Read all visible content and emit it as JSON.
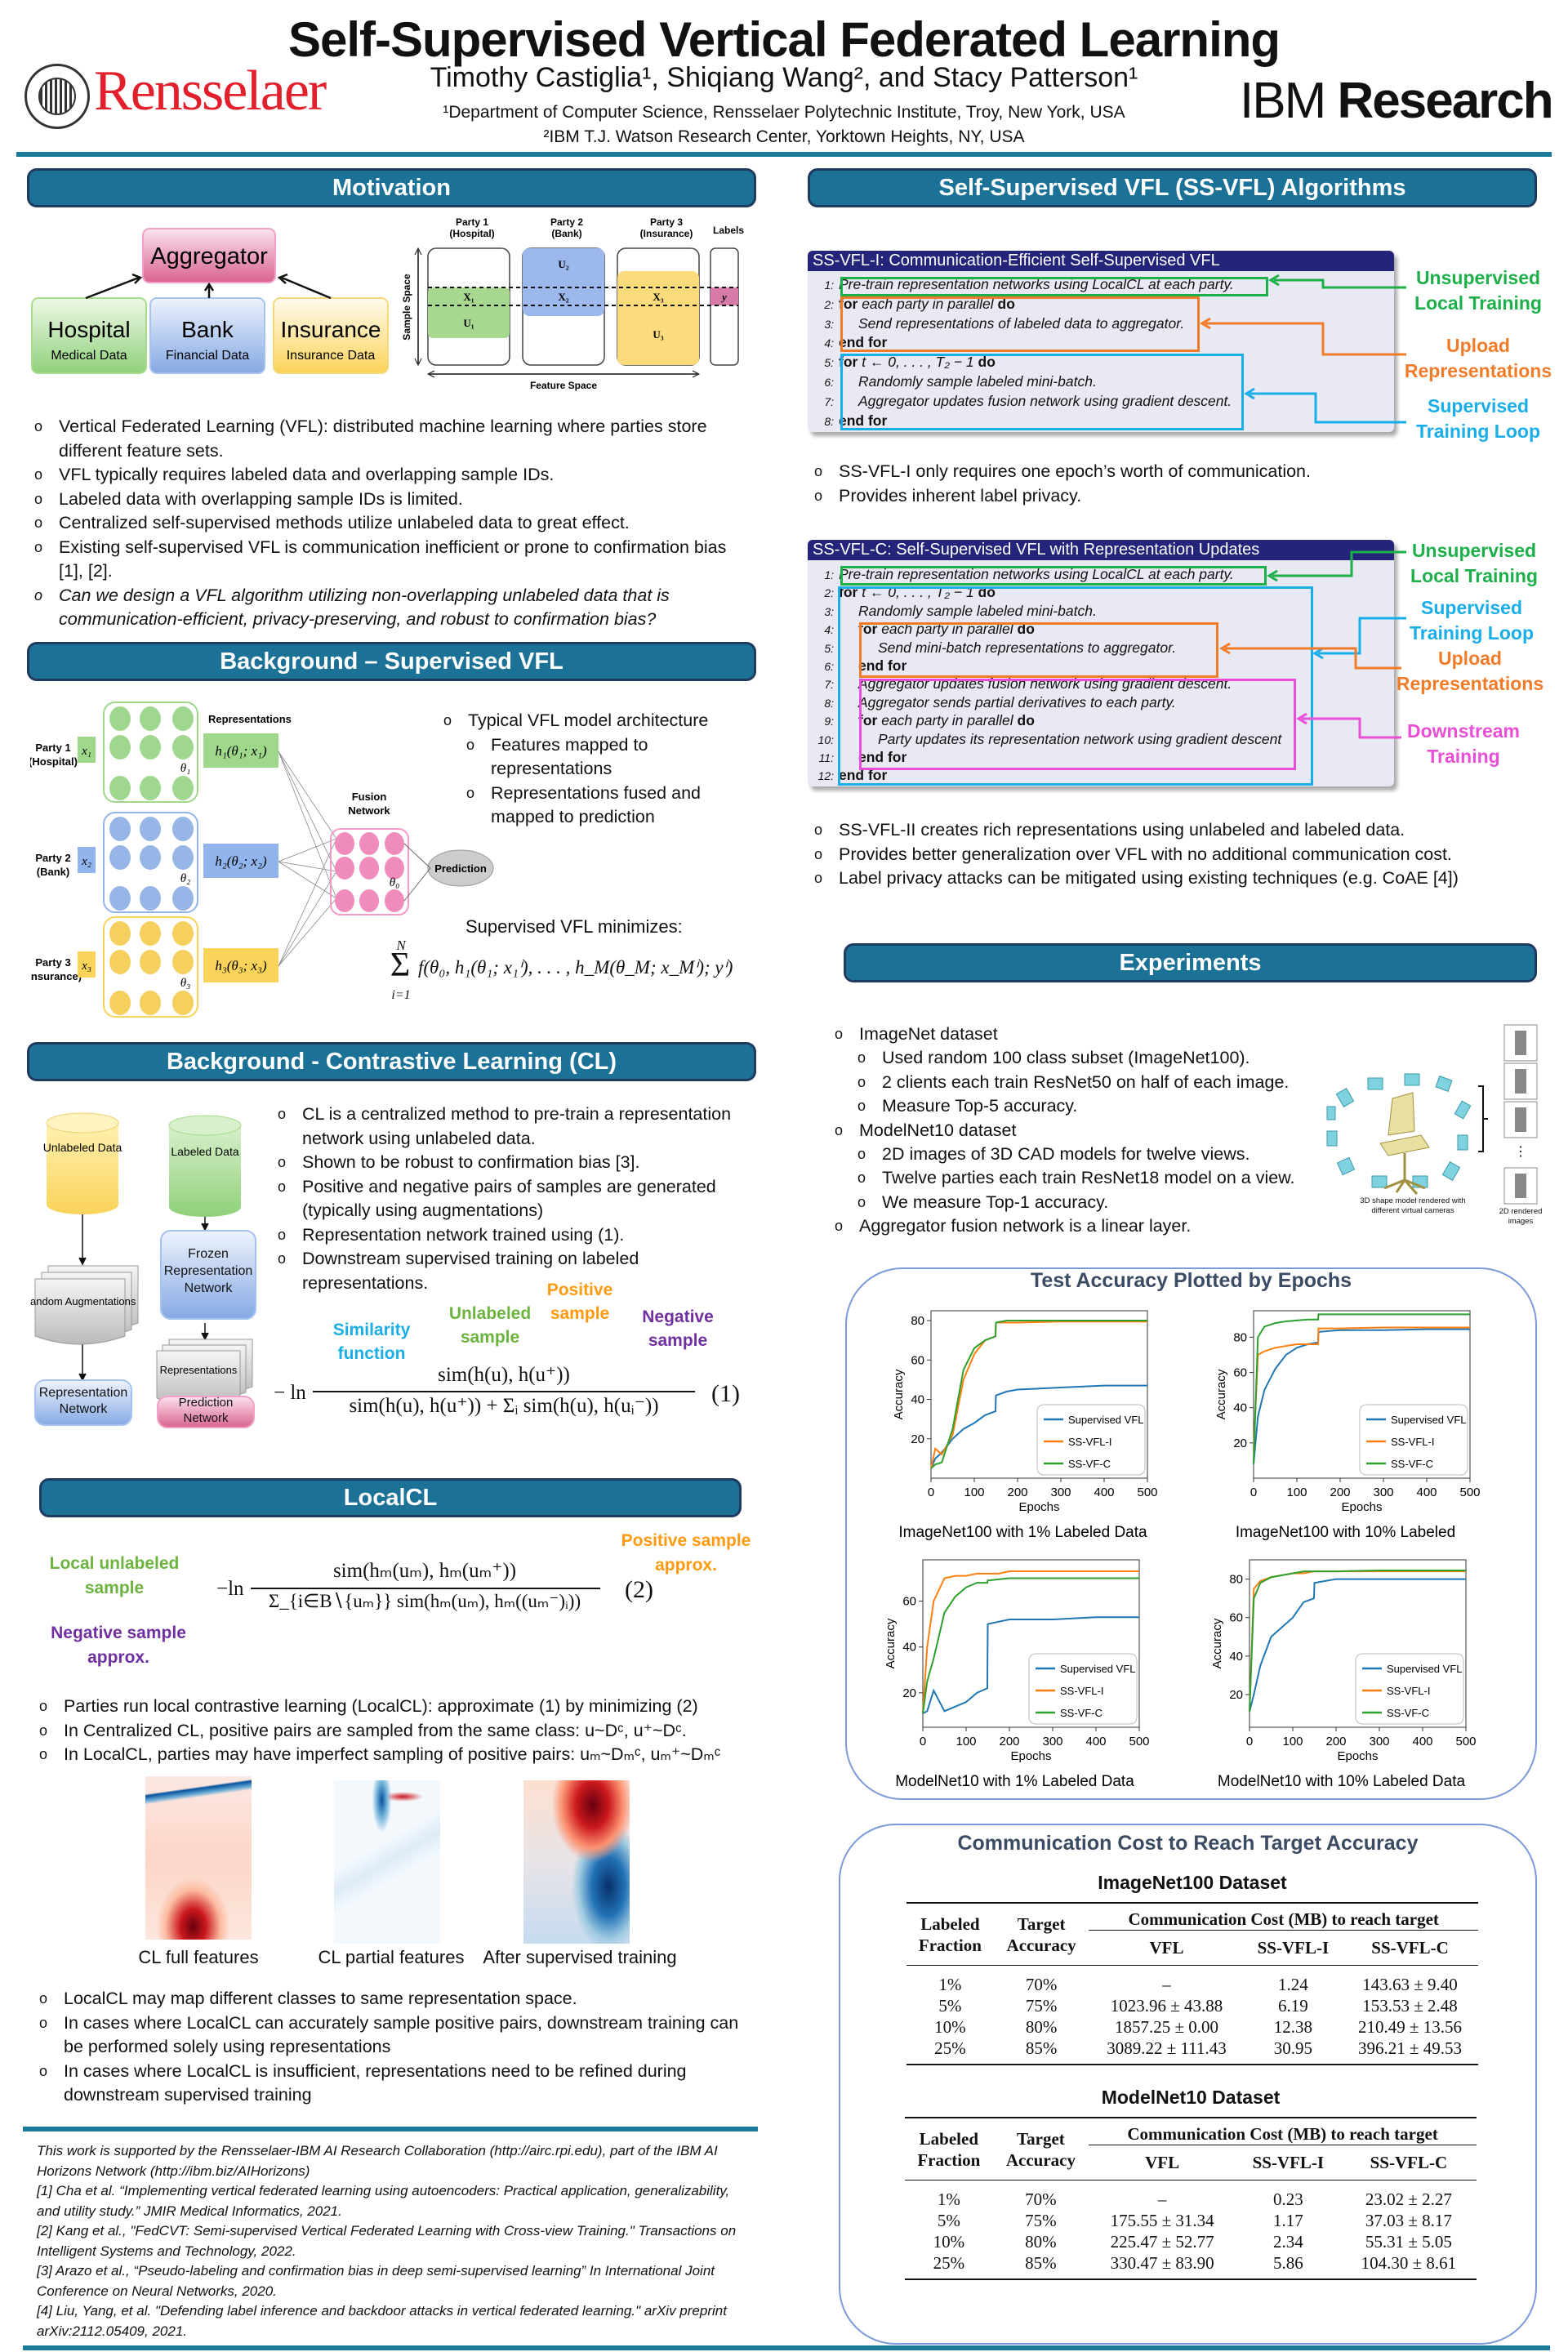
{
  "header": {
    "title": "Self-Supervised Vertical Federated Learning",
    "authors": "Timothy Castiglia¹, Shiqiang Wang², and Stacy Patterson¹",
    "affil1": "¹Department of Computer Science, Rensselaer Polytechnic Institute, Troy, New York, USA",
    "affil2": "²IBM T.J. Watson Research Center, Yorktown Heights, NY, USA",
    "logo_left": "Rensselaer",
    "logo_right_a": "IBM",
    "logo_right_b": "Research"
  },
  "motivation": {
    "heading": "Motivation",
    "aggregator": "Aggregator",
    "parties": [
      {
        "name": "Hospital",
        "sub": "Medical Data"
      },
      {
        "name": "Bank",
        "sub": "Financial Data"
      },
      {
        "name": "Insurance",
        "sub": "Insurance Data"
      }
    ],
    "space": {
      "p1": "Party 1",
      "p1s": "(Hospital)",
      "p2": "Party 2",
      "p2s": "(Bank)",
      "p3": "Party 3",
      "p3s": "(Insurance)",
      "labels": "Labels",
      "sample": "Sample Space",
      "feature": "Feature Space",
      "x1": "X₁",
      "x2": "X₂",
      "x3": "X₃",
      "u1": "U₁",
      "u2": "U₂",
      "u3": "U₃",
      "y": "y"
    },
    "bullets": [
      "Vertical Federated Learning (VFL): distributed machine learning where parties store different feature sets.",
      "VFL typically requires labeled data and overlapping sample IDs.",
      "Labeled data with overlapping sample IDs is limited.",
      "Centralized self-supervised methods utilize unlabeled data to great effect.",
      "Existing self-supervised VFL is communication inefficient or prone to confirmation bias [1], [2].",
      "Can we design a VFL algorithm utilizing non-overlapping unlabeled data that is communication-efficient, privacy-preserving, and robust to confirmation bias?"
    ]
  },
  "supervised": {
    "heading": "Background – Supervised VFL",
    "parties": [
      {
        "a": "Party 1",
        "b": "(Hospital)",
        "x": "x₁",
        "h": "h₁(θ₁; x₁)",
        "theta": "θ₁"
      },
      {
        "a": "Party 2",
        "b": "(Bank)",
        "x": "x₂",
        "h": "h₂(θ₂; x₂)",
        "theta": "θ₂"
      },
      {
        "a": "Party 3",
        "b": "(Insurance)",
        "x": "x₃",
        "h": "h₃(θ₃; x₃)",
        "theta": "θ₃"
      }
    ],
    "representations": "Representations",
    "fusion_a": "Fusion",
    "fusion_b": "Network",
    "theta0": "θ₀",
    "prediction": "Prediction",
    "bullets": [
      "Typical VFL model architecture",
      "Features mapped to representations",
      "Representations fused and mapped to prediction"
    ],
    "minimizes": "Supervised VFL minimizes:",
    "eq_top": "N",
    "eq_sigma": "Σ",
    "eq_bottom": "i=1",
    "eq_body": "f(θ₀, h₁(θ₁; x₁ⁱ), . . . , h_M(θ_M; x_Mⁱ); yⁱ)"
  },
  "cl": {
    "heading": "Background - Contrastive Learning (CL)",
    "flow": {
      "unlabeled": "Unlabeled Data",
      "labeled": "Labeled Data",
      "random": "Random Augmentations",
      "frozen": "Frozen Representation Network",
      "reps": "Representations",
      "repnet": "Representation Network",
      "prednet": "Prediction Network"
    },
    "bullets": [
      "CL is a centralized method to pre-train a representation network using unlabeled data.",
      "Shown to be robust to confirmation bias [3].",
      "Positive and negative pairs of samples are generated (typically using augmentations)",
      "Representation network trained using (1).",
      "Downstream supervised training on labeled representations."
    ],
    "ann": {
      "similarity": "Similarity function",
      "unlabeled": "Unlabeled sample",
      "positive": "Positive sample",
      "negative": "Negative sample"
    },
    "eq_ln": "− ln",
    "eq_num": "sim(h(u), h(u⁺))",
    "eq_den": "sim(h(u), h(u⁺)) + Σᵢ sim(h(u), h(uᵢ⁻))",
    "eq_tag": "(1)"
  },
  "localcl": {
    "heading": "LocalCL",
    "ann": {
      "local": "Local unlabeled sample",
      "positive": "Positive sample approx.",
      "negative": "Negative sample approx."
    },
    "eq_ln": "−ln",
    "eq_num": "sim(hₘ(uₘ), hₘ(uₘ⁺))",
    "eq_den": "Σ_{i∈B∖{uₘ}} sim(hₘ(uₘ), hₘ((uₘ⁻)ᵢ))",
    "eq_tag": "(2)",
    "bullets": [
      "Parties run local contrastive learning (LocalCL): approximate (1) by minimizing (2)",
      "In Centralized CL, positive pairs are sampled from the same class: u~Dᶜ, u⁺~Dᶜ.",
      "In LocalCL, parties may have imperfect sampling of positive pairs: uₘ~Dₘᶜ, uₘ⁺~Dₘᶜ"
    ],
    "captions": [
      "CL full features",
      "CL partial features",
      "After supervised training"
    ],
    "bullets2": [
      "LocalCL may map different classes to same representation space.",
      "In cases where LocalCL can accurately sample positive pairs, downstream training can be performed solely using representations",
      "In cases where LocalCL is insufficient, representations need to be refined during downstream supervised training"
    ]
  },
  "references": [
    "This work is supported by the Rensselaer-IBM AI Research Collaboration (http://airc.rpi.edu), part of the IBM AI Horizons Network (http://ibm.biz/AIHorizons)",
    "[1] Cha et al. “Implementing vertical federated learning using autoencoders: Practical application, generalizability, and utility study.” JMIR Medical Informatics, 2021.",
    "[2] Kang et al., \"FedCVT: Semi-supervised Vertical Federated Learning with Cross-view Training.\" Transactions on Intelligent Systems and Technology, 2022.",
    "[3] Arazo et al., “Pseudo-labeling and confirmation bias in deep semi-supervised learning” In International Joint Conference on Neural Networks, 2020.",
    "[4] Liu, Yang, et al. \"Defending label inference and backdoor attacks in vertical federated learning.\" arXiv preprint arXiv:2112.05409, 2021."
  ],
  "algorithms": {
    "heading": "Self-Supervised VFL (SS-VFL) Algorithms",
    "algo1": {
      "title": "SS-VFL-I: Communication-Efficient Self-Supervised VFL",
      "lines": [
        {
          "n": "1:",
          "pre": "",
          "text": "Pre-train representation networks using LocalCL at each party.",
          "post": "",
          "indent": 0
        },
        {
          "n": "2:",
          "pre": "for",
          "text": " each party in parallel ",
          "post": "do",
          "indent": 0
        },
        {
          "n": "3:",
          "pre": "",
          "text": "Send representations of labeled data to aggregator.",
          "post": "",
          "indent": 1
        },
        {
          "n": "4:",
          "pre": "end for",
          "text": "",
          "post": "",
          "indent": 0
        },
        {
          "n": "5:",
          "pre": "for",
          "text": " t ← 0, . . . , T₂ − 1 ",
          "post": "do",
          "indent": 0
        },
        {
          "n": "6:",
          "pre": "",
          "text": "Randomly sample labeled mini-batch.",
          "post": "",
          "indent": 1
        },
        {
          "n": "7:",
          "pre": "",
          "text": "Aggregator updates fusion network using gradient descent.",
          "post": "",
          "indent": 1
        },
        {
          "n": "8:",
          "pre": "end for",
          "text": "",
          "post": "",
          "indent": 0
        }
      ],
      "labels": [
        "Unsupervised Local Training",
        "Upload Representations",
        "Supervised Training Loop"
      ],
      "bullets": [
        "SS-VFL-I only requires one epoch’s worth of communication.",
        "Provides inherent label privacy."
      ]
    },
    "algo2": {
      "title": "SS-VFL-C: Self-Supervised VFL with Representation Updates",
      "lines": [
        {
          "n": "1:",
          "pre": "",
          "text": "Pre-train representation networks using LocalCL at each party.",
          "post": "",
          "indent": 0
        },
        {
          "n": "2:",
          "pre": "for",
          "text": " t ← 0, . . . , T₂ − 1 ",
          "post": "do",
          "indent": 0
        },
        {
          "n": "3:",
          "pre": "",
          "text": "Randomly sample labeled mini-batch.",
          "post": "",
          "indent": 1
        },
        {
          "n": "4:",
          "pre": "for",
          "text": " each party in parallel ",
          "post": "do",
          "indent": 1
        },
        {
          "n": "5:",
          "pre": "",
          "text": "Send mini-batch representations to aggregator.",
          "post": "",
          "indent": 2
        },
        {
          "n": "6:",
          "pre": "end for",
          "text": "",
          "post": "",
          "indent": 1
        },
        {
          "n": "7:",
          "pre": "",
          "text": "Aggregator updates fusion network using gradient descent.",
          "post": "",
          "indent": 1
        },
        {
          "n": "8:",
          "pre": "",
          "text": "Aggregator sends partial derivatives to each party.",
          "post": "",
          "indent": 1
        },
        {
          "n": "9:",
          "pre": "for",
          "text": " each party in parallel ",
          "post": "do",
          "indent": 1
        },
        {
          "n": "10:",
          "pre": "",
          "text": "Party updates its representation network using gradient descent",
          "post": "",
          "indent": 2
        },
        {
          "n": "11:",
          "pre": "end for",
          "text": "",
          "post": "",
          "indent": 1
        },
        {
          "n": "12:",
          "pre": "end for",
          "text": "",
          "post": "",
          "indent": 0
        }
      ],
      "labels": [
        "Unsupervised Local Training",
        "Supervised Training Loop",
        "Upload Representations",
        "Downstream Training"
      ],
      "bullets": [
        "SS-VFL-II creates rich representations using unlabeled and labeled data.",
        "Provides better generalization over VFL with no additional communication cost.",
        "Label privacy attacks can be mitigated using existing techniques (e.g. CoAE [4])"
      ]
    }
  },
  "experiments": {
    "heading": "Experiments",
    "bullets": [
      {
        "t": "ImageNet dataset",
        "sub": false
      },
      {
        "t": "Used random 100 class subset (ImageNet100).",
        "sub": true
      },
      {
        "t": "2 clients each train ResNet50 on half of each image.",
        "sub": true
      },
      {
        "t": "Measure Top-5 accuracy.",
        "sub": true
      },
      {
        "t": "ModelNet10 dataset",
        "sub": false
      },
      {
        "t": "2D images of 3D CAD models for twelve views.",
        "sub": true
      },
      {
        "t": "Twelve parties each train ResNet18 model on a view.",
        "sub": true
      },
      {
        "t": "We measure Top-1 accuracy.",
        "sub": true
      },
      {
        "t": "Aggregator fusion network is a linear layer.",
        "sub": false
      }
    ],
    "chair_caption": "3D shape model rendered with different virtual cameras",
    "views_caption": "2D rendered images",
    "charts_title": "Test Accuracy Plotted by Epochs"
  },
  "chart_data": [
    {
      "type": "line",
      "title": "ImageNet100 with 1% Labeled Data",
      "xlabel": "Epochs",
      "ylabel": "Accuracy",
      "xlim": [
        0,
        500
      ],
      "ylim": [
        0,
        85
      ],
      "xticks": [
        0,
        100,
        200,
        300,
        400,
        500
      ],
      "yticks": [
        20,
        40,
        60,
        80
      ],
      "legend": "lower-right",
      "x": [
        0,
        10,
        25,
        50,
        75,
        100,
        125,
        149,
        150,
        175,
        200,
        300,
        400,
        500
      ],
      "series": [
        {
          "name": "Supervised VFL",
          "color": "#1f77b4",
          "values": [
            5,
            10,
            13,
            20,
            25,
            28,
            32,
            34,
            42,
            44,
            45,
            46,
            47,
            47
          ]
        },
        {
          "name": "SS-VFL-I",
          "color": "#ff7f0e",
          "values": [
            5,
            15,
            12,
            22,
            50,
            63,
            70,
            72,
            79,
            79,
            79,
            79.5,
            79.5,
            79.5
          ]
        },
        {
          "name": "SS-VF-C",
          "color": "#2ca02c",
          "values": [
            5,
            7,
            8,
            25,
            55,
            66,
            70,
            72,
            79,
            80,
            80,
            80,
            80,
            80
          ]
        }
      ]
    },
    {
      "type": "line",
      "title": "ImageNet100 with 10% Labeled",
      "xlabel": "Epochs",
      "ylabel": "Accuracy",
      "xlim": [
        0,
        500
      ],
      "ylim": [
        0,
        95
      ],
      "xticks": [
        0,
        100,
        200,
        300,
        400,
        500
      ],
      "yticks": [
        20,
        40,
        60,
        80
      ],
      "legend": "lower-right",
      "x": [
        0,
        10,
        25,
        50,
        75,
        100,
        125,
        149,
        150,
        175,
        200,
        300,
        400,
        500
      ],
      "series": [
        {
          "name": "Supervised VFL",
          "color": "#1f77b4",
          "values": [
            8,
            35,
            50,
            62,
            70,
            74,
            76,
            77,
            83,
            83.5,
            84,
            84,
            84.5,
            84.5
          ]
        },
        {
          "name": "SS-VFL-I",
          "color": "#ff7f0e",
          "values": [
            15,
            70,
            72,
            74,
            75,
            76,
            76,
            76,
            85,
            85,
            85,
            85.5,
            85.5,
            85.5
          ]
        },
        {
          "name": "SS-VF-C",
          "color": "#2ca02c",
          "values": [
            8,
            80,
            86,
            88,
            89,
            89.5,
            90,
            90,
            93,
            93,
            93,
            93,
            93,
            93
          ]
        }
      ]
    },
    {
      "type": "line",
      "title": "ModelNet10 with 1% Labeled Data",
      "xlabel": "Epochs",
      "ylabel": "Accuracy",
      "xlim": [
        0,
        500
      ],
      "ylim": [
        5,
        78
      ],
      "xticks": [
        0,
        100,
        200,
        300,
        400,
        500
      ],
      "yticks": [
        20,
        40,
        60
      ],
      "legend": "lower-right",
      "x": [
        0,
        10,
        25,
        50,
        75,
        100,
        125,
        149,
        150,
        175,
        200,
        300,
        400,
        500
      ],
      "series": [
        {
          "name": "Supervised VFL",
          "color": "#1f77b4",
          "values": [
            11,
            12,
            21,
            12,
            14,
            16,
            20,
            22,
            50,
            51,
            52,
            52,
            53,
            53
          ]
        },
        {
          "name": "SS-VFL-I",
          "color": "#ff7f0e",
          "values": [
            11,
            40,
            60,
            70,
            71,
            71,
            72,
            72,
            72,
            72,
            73,
            73,
            73,
            73
          ]
        },
        {
          "name": "SS-VF-C",
          "color": "#2ca02c",
          "values": [
            11,
            25,
            35,
            55,
            62,
            66,
            68,
            68,
            69,
            69.5,
            70,
            70,
            70,
            70
          ]
        }
      ]
    },
    {
      "type": "line",
      "title": "ModelNet10 with 10% Labeled Data",
      "xlabel": "Epochs",
      "ylabel": "Accuracy",
      "xlim": [
        0,
        500
      ],
      "ylim": [
        3,
        90
      ],
      "xticks": [
        0,
        100,
        200,
        300,
        400,
        500
      ],
      "yticks": [
        20,
        40,
        60,
        80
      ],
      "legend": "lower-right",
      "x": [
        0,
        10,
        25,
        50,
        75,
        100,
        125,
        149,
        150,
        175,
        200,
        300,
        400,
        500
      ],
      "series": [
        {
          "name": "Supervised VFL",
          "color": "#1f77b4",
          "values": [
            11,
            20,
            35,
            50,
            55,
            60,
            68,
            70,
            78,
            79,
            80,
            80,
            80,
            80
          ]
        },
        {
          "name": "SS-VFL-I",
          "color": "#ff7f0e",
          "values": [
            11,
            75,
            79,
            81,
            82,
            83,
            83,
            84,
            84,
            84,
            84,
            84,
            84,
            84
          ]
        },
        {
          "name": "SS-VF-C",
          "color": "#2ca02c",
          "values": [
            11,
            70,
            78,
            81,
            82,
            83,
            84,
            84,
            84,
            84,
            84,
            84.5,
            84.5,
            84.5
          ]
        }
      ]
    }
  ],
  "tables": {
    "title": "Communication Cost to Reach Target Accuracy",
    "headers": {
      "frac_a": "Labeled",
      "frac_b": "Fraction",
      "acc_a": "Target",
      "acc_b": "Accuracy",
      "cost": "Communication Cost (MB) to reach target",
      "vfl": "VFL",
      "ssi": "SS-VFL-I",
      "ssc": "SS-VFL-C"
    },
    "list": [
      {
        "name": "ImageNet100 Dataset",
        "rows": [
          [
            "1%",
            "70%",
            "–",
            "1.24",
            "143.63 ± 9.40"
          ],
          [
            "5%",
            "75%",
            "1023.96 ± 43.88",
            "6.19",
            "153.53 ± 2.48"
          ],
          [
            "10%",
            "80%",
            "1857.25 ± 0.00",
            "12.38",
            "210.49 ± 13.56"
          ],
          [
            "25%",
            "85%",
            "3089.22 ± 111.43",
            "30.95",
            "396.21 ± 49.53"
          ]
        ]
      },
      {
        "name": "ModelNet10 Dataset",
        "rows": [
          [
            "1%",
            "70%",
            "–",
            "0.23",
            "23.02 ± 2.27"
          ],
          [
            "5%",
            "75%",
            "175.55 ± 31.34",
            "1.17",
            "37.03 ± 8.17"
          ],
          [
            "10%",
            "80%",
            "225.47 ± 52.77",
            "2.34",
            "55.31 ± 5.05"
          ],
          [
            "25%",
            "85%",
            "330.47 ± 83.90",
            "5.86",
            "104.30 ± 8.61"
          ]
        ]
      }
    ]
  },
  "colors": {
    "header_bar": "#1c7196",
    "rule": "#1a7a9a",
    "algo_header": "#24247a",
    "green": "#1db04a",
    "orange": "#f07c2a",
    "cyan": "#1aaee8",
    "magenta": "#e84fd6",
    "purple": "#7030a0"
  }
}
